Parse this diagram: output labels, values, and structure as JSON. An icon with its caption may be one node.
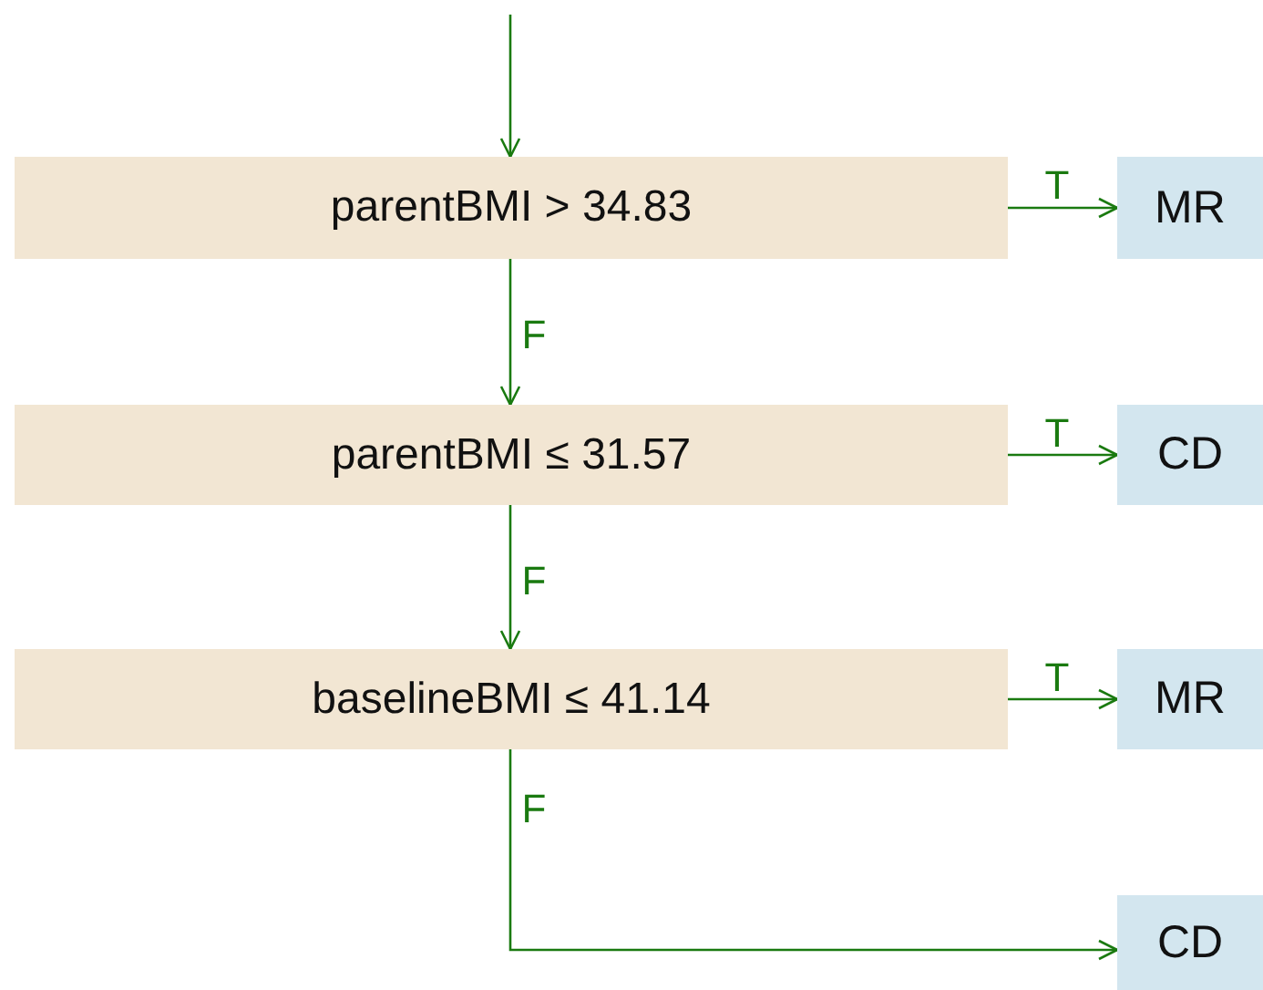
{
  "diagram": {
    "nodes": [
      {
        "text": [
          "parentBMI > 34.83"
        ]
      },
      {
        "text": [
          "MR"
        ]
      },
      {
        "text": [
          "parentBMI ≤ 31.57"
        ]
      },
      {
        "text": [
          "CD"
        ]
      },
      {
        "text": [
          "baselineBMI ≤ 41.14"
        ]
      },
      {
        "text": [
          "MR"
        ]
      },
      {
        "text": [
          "CD"
        ]
      }
    ],
    "edges": [
      {
        "from": null,
        "to": 0,
        "arrow": "to"
      },
      {
        "from": 0,
        "to": 1,
        "arrow": "to",
        "label": "T"
      },
      {
        "from": 0,
        "to": 2,
        "arrow": "to",
        "label": "F"
      },
      {
        "from": 2,
        "to": 3,
        "arrow": "to",
        "label": "T"
      },
      {
        "from": 2,
        "to": 4,
        "arrow": "to",
        "label": "F"
      },
      {
        "from": 4,
        "to": 5,
        "arrow": "to",
        "label": "T"
      },
      {
        "from": 4,
        "to": 6,
        "arrow": "to",
        "label": "F"
      }
    ]
  }
}
